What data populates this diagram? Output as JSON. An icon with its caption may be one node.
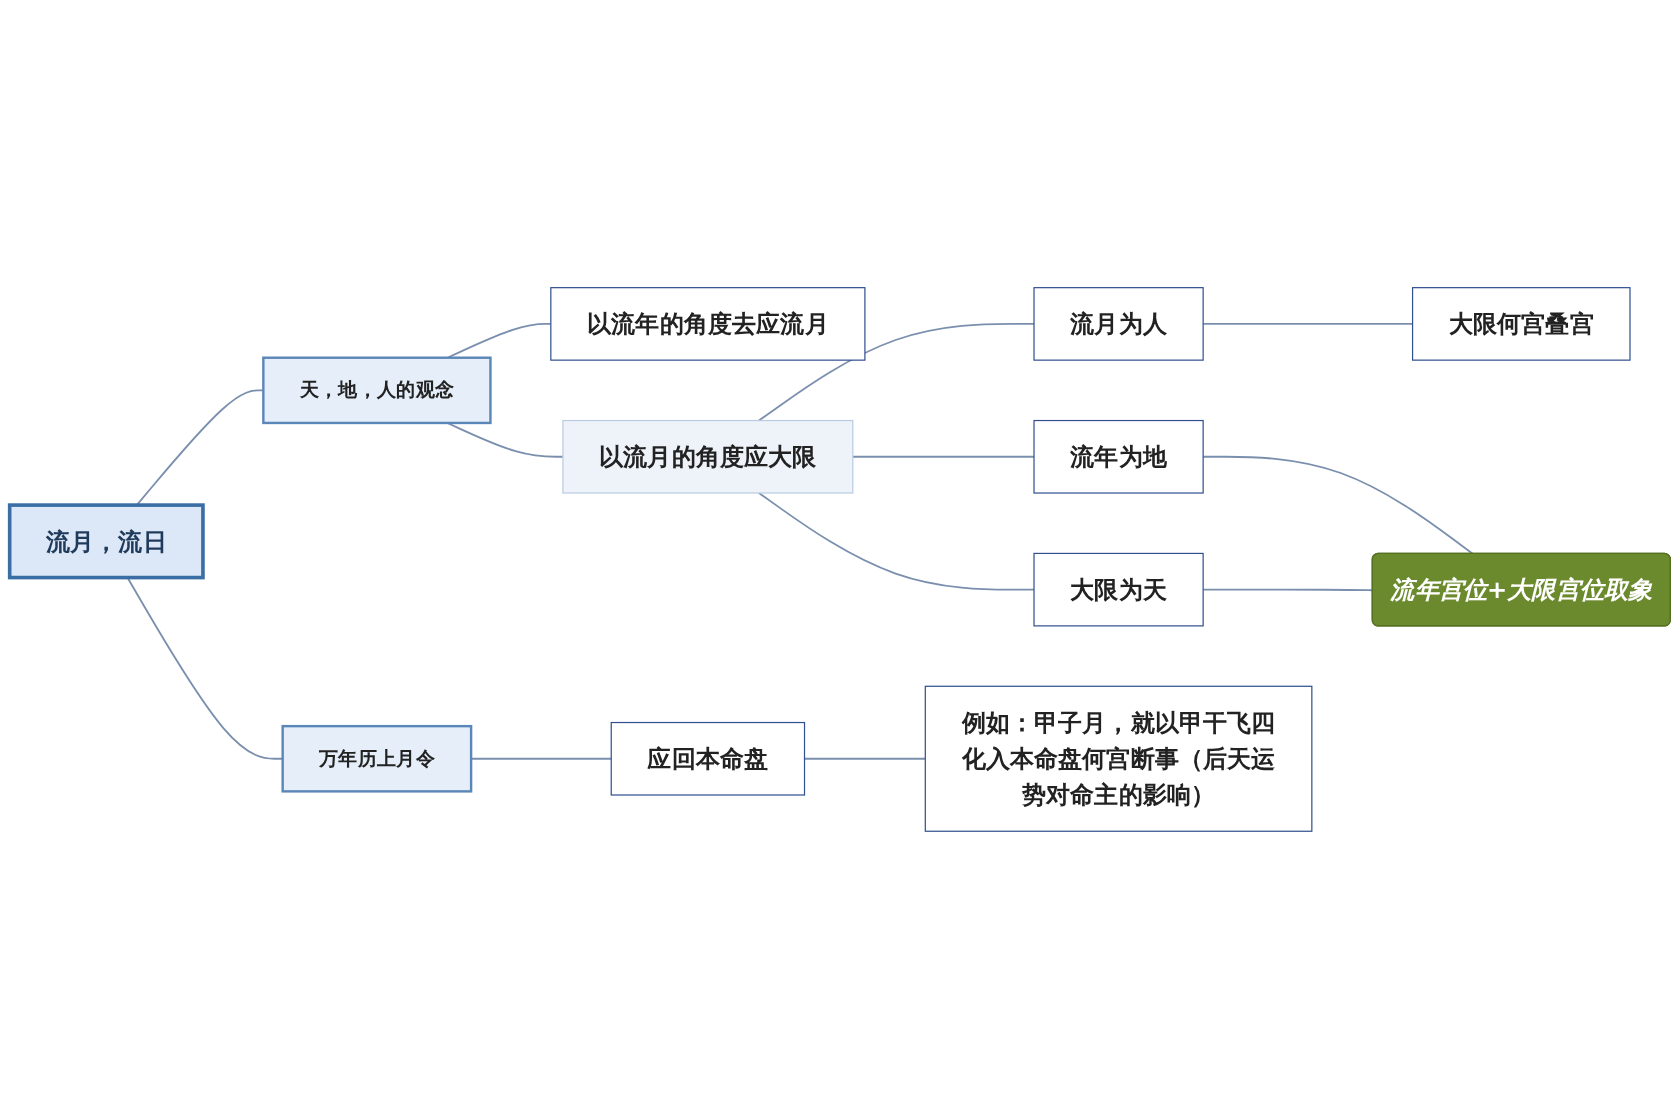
{
  "diagram": {
    "nodes": [
      {
        "text": [
          "流月，流日"
        ]
      },
      {
        "text": [
          "天，地，人的观念"
        ]
      },
      {
        "text": [
          "以流年的角度去应流月"
        ]
      },
      {
        "text": [
          "以流月的角度应大限"
        ]
      },
      {
        "text": [
          "流月为人"
        ]
      },
      {
        "text": [
          "大限何宫叠宫"
        ]
      },
      {
        "text": [
          "流年为地"
        ]
      },
      {
        "text": [
          "大限为天"
        ]
      },
      {
        "text": [
          "流年宫位+大限宫位取象"
        ]
      },
      {
        "text": [
          "万年历上月令"
        ]
      },
      {
        "text": [
          "应回本命盘"
        ]
      },
      {
        "text": [
          "例如：甲子月，就以甲干飞四化入本命盘何宫断事（后天运势对命主的影响）"
        ]
      }
    ],
    "edges": [
      {
        "from": 0,
        "to": 1,
        "arrow": "none"
      },
      {
        "from": 0,
        "to": 9,
        "arrow": "none"
      },
      {
        "from": 1,
        "to": 2,
        "arrow": "none"
      },
      {
        "from": 1,
        "to": 3,
        "arrow": "none"
      },
      {
        "from": 3,
        "to": 4,
        "arrow": "none"
      },
      {
        "from": 3,
        "to": 6,
        "arrow": "none"
      },
      {
        "from": 3,
        "to": 7,
        "arrow": "none"
      },
      {
        "from": 4,
        "to": 5,
        "arrow": "none"
      },
      {
        "from": 6,
        "to": 8,
        "arrow": "none"
      },
      {
        "from": 7,
        "to": 8,
        "arrow": "none"
      },
      {
        "from": 9,
        "to": 10,
        "arrow": "none"
      },
      {
        "from": 10,
        "to": 11,
        "arrow": "none"
      }
    ]
  }
}
